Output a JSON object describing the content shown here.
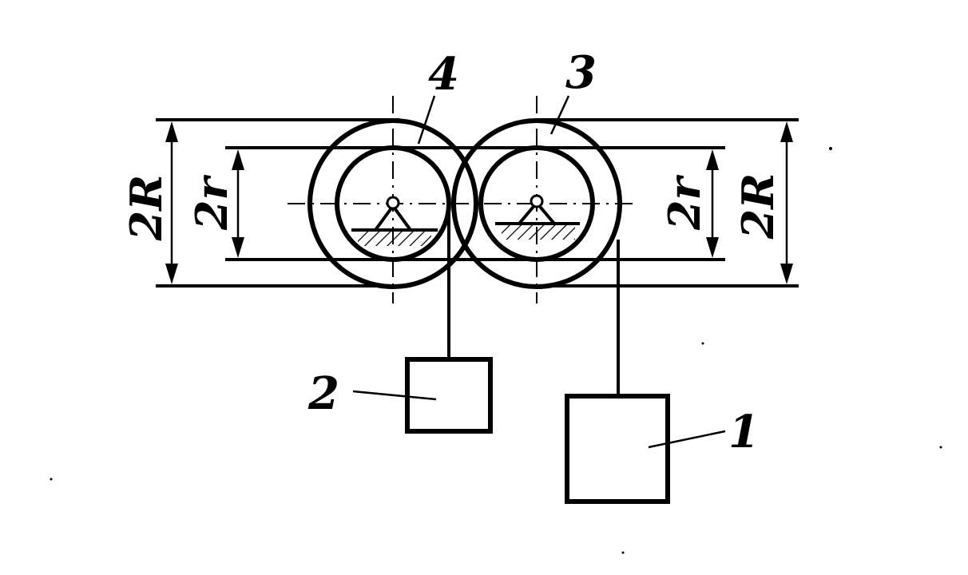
{
  "labels": {
    "pulley_4": "4",
    "pulley_3": "3",
    "weight_2": "2",
    "weight_1": "1",
    "dim_2R_left": "2R",
    "dim_2r_left": "2r",
    "dim_2r_right": "2r",
    "dim_2R_right": "2R"
  },
  "colors": {
    "ink": "#000000",
    "background": "#ffffff"
  }
}
